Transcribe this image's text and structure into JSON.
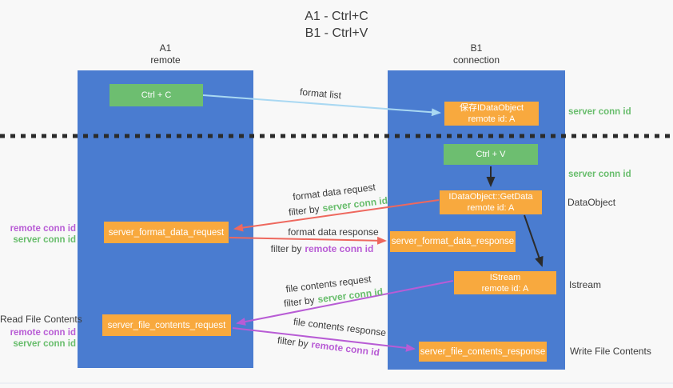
{
  "title": {
    "line1": "A1 - Ctrl+C",
    "line2": "B1 - Ctrl+V"
  },
  "columns": {
    "left": {
      "name": "A1",
      "role": "remote"
    },
    "right": {
      "name": "B1",
      "role": "connection"
    }
  },
  "nodes": {
    "ctrl_c": "Ctrl + C",
    "ctrl_v": "Ctrl + V",
    "save_dataobject": {
      "line1": "保存IDataObject",
      "line2": "remote id: A"
    },
    "getdata": {
      "line1": "IDataObject::GetData",
      "line2": "remote id: A"
    },
    "istream": {
      "line1": "IStream",
      "line2": "remote id: A"
    },
    "server_format_data_request": "server_format_data_request",
    "server_format_data_response": "server_format_data_response",
    "server_file_contents_request": "server_file_contents_request",
    "server_file_contents_response": "server_file_contents_response"
  },
  "right_labels": {
    "server_conn_id_top": "server conn id",
    "server_conn_id_mid": "server conn id",
    "dataobject": "DataObject",
    "istream": "Istream",
    "write_file_contents": "Write File Contents"
  },
  "left_labels": {
    "remote_conn_id_1": "remote conn id",
    "server_conn_id_1": "server conn id",
    "read_file_contents": "Read File Contents",
    "remote_conn_id_2": "remote conn id",
    "server_conn_id_2": "server conn id"
  },
  "arrow_labels": {
    "format_list": "format list",
    "format_data_request": "format data request",
    "format_data_response": "format data response",
    "file_contents_request": "file contents request",
    "file_contents_response": "file contents response",
    "filter_by": "filter by",
    "server_conn_id": "server conn id",
    "remote_conn_id": "remote conn id"
  },
  "colors": {
    "column_blue": "#4a7cd0",
    "box_green": "#6dbe70",
    "box_orange": "#f8a93e",
    "arrow_red": "#ee685e",
    "arrow_light_blue": "#a9d8f2",
    "arrow_black": "#2b2b2b",
    "accent_purple": "#b85cd5",
    "accent_green": "#68bd6c"
  }
}
